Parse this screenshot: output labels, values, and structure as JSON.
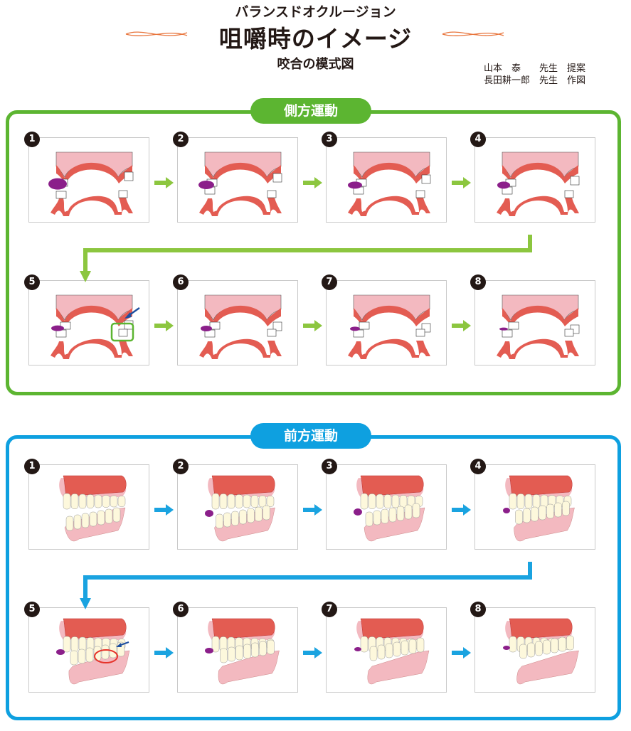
{
  "header": {
    "subtitle": "バランスドオクルージョン",
    "title": "咀嚼時のイメージ",
    "caption": "咬合の模式図",
    "credits": "山本　泰　　先生　提案\n長田耕一郎　先生　作図"
  },
  "sections": [
    {
      "label": "側方運動",
      "color": "#5cb531",
      "arrow_color": "#8cc63f",
      "type": "lateral",
      "steps": [
        "1",
        "2",
        "3",
        "4",
        "5",
        "6",
        "7",
        "8"
      ]
    },
    {
      "label": "前方運動",
      "color": "#0ea0e0",
      "arrow_color": "#1aa3e0",
      "type": "frontal",
      "steps": [
        "1",
        "2",
        "3",
        "4",
        "5",
        "6",
        "7",
        "8"
      ]
    }
  ],
  "colors": {
    "gum": "#e35c52",
    "palate": "#f3b9c0",
    "bolus": "#8b1f8a",
    "tooth": "#fdf8dc",
    "highlight_green": "#5cb531",
    "highlight_red": "#e6332a",
    "pointer_blue": "#1d4fa0"
  }
}
